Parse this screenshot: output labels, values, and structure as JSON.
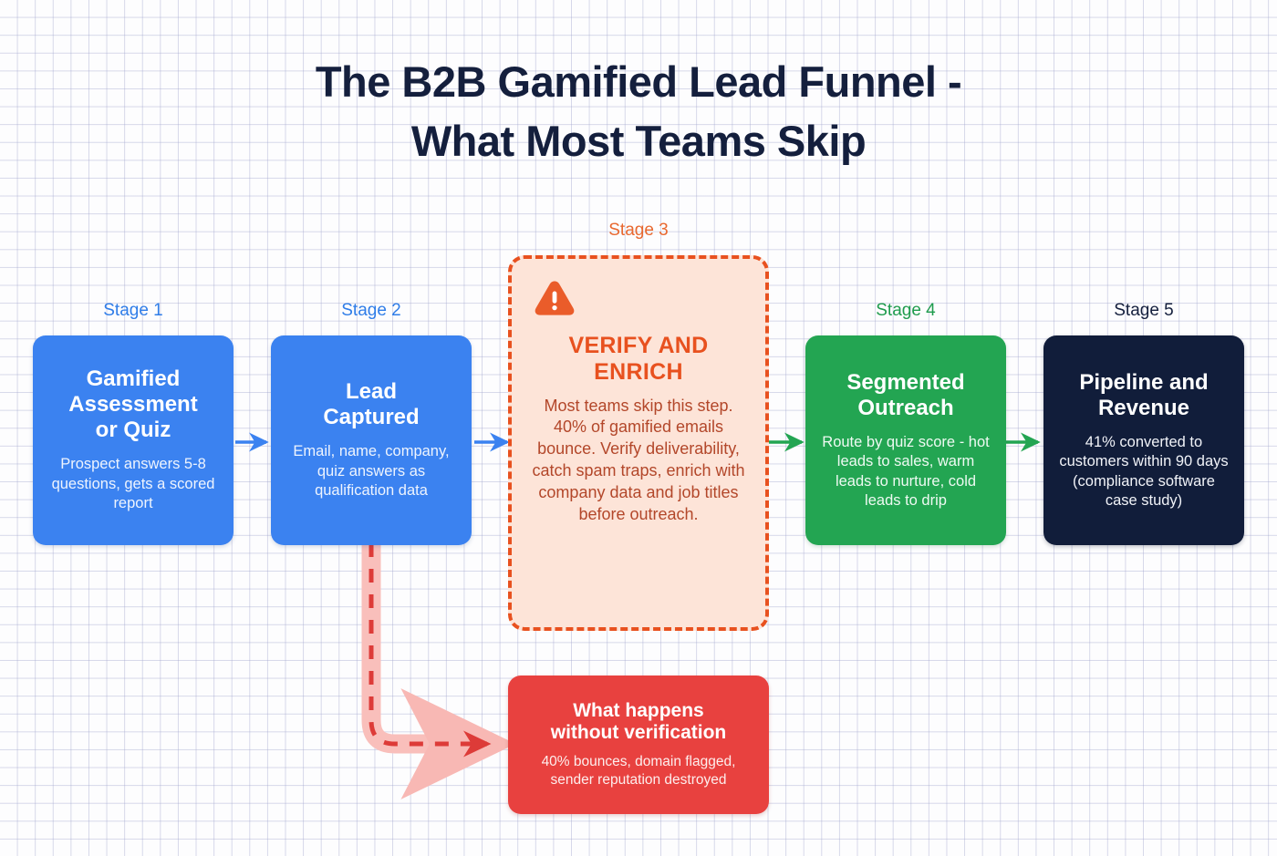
{
  "title": {
    "line1": "The B2B Gamified Lead Funnel -",
    "line2": "What Most Teams Skip"
  },
  "colors": {
    "blue": "#3b82f0",
    "green": "#23a552",
    "navy": "#111d3a",
    "red": "#e8413f",
    "alert_border": "#e8511f",
    "alert_fill": "#fde4d8",
    "alert_text": "#b3472a",
    "grid": "#a0a4cd",
    "title_text": "#141f3d"
  },
  "stages": [
    {
      "label": "Stage 1",
      "title": "Gamified Assessment or Quiz",
      "title_lines": [
        "Gamified",
        "Assessment",
        "or Quiz"
      ],
      "description": "Prospect answers 5-8 questions, gets a scored report",
      "style": "blue"
    },
    {
      "label": "Stage 2",
      "title": "Lead Captured",
      "title_lines": [
        "Lead",
        "Captured"
      ],
      "description": "Email, name, company, quiz answers as qualification data",
      "style": "blue"
    },
    {
      "label": "Stage 3",
      "title": "VERIFY AND ENRICH",
      "title_lines": [
        "VERIFY AND",
        "ENRICH"
      ],
      "description": "Most teams skip this step. 40% of gamified emails bounce. Verify deliverability, catch spam traps, enrich with company data and job titles before outreach.",
      "style": "alert",
      "icon": "warning-triangle-icon"
    },
    {
      "label": "Stage 4",
      "title": "Segmented Outreach",
      "title_lines": [
        "Segmented",
        "Outreach"
      ],
      "description": "Route by quiz score - hot leads to sales, warm leads to nurture, cold leads to drip",
      "style": "green"
    },
    {
      "label": "Stage 5",
      "title": "Pipeline and Revenue",
      "title_lines": [
        "Pipeline and",
        "Revenue"
      ],
      "description": "41% converted to customers within 90 days (compliance software case study)",
      "style": "navy"
    }
  ],
  "consequence": {
    "title": "What happens without verification",
    "title_lines": [
      "What happens",
      "without verification"
    ],
    "description": "40% bounces, domain flagged, sender reputation destroyed",
    "style": "red"
  },
  "connectors": [
    {
      "from": "Stage 1",
      "to": "Stage 2",
      "color": "#3b82f0",
      "style": "solid"
    },
    {
      "from": "Stage 2",
      "to": "Stage 3",
      "color": "#3b82f0",
      "style": "solid"
    },
    {
      "from": "Stage 3",
      "to": "Stage 4",
      "color": "#23a552",
      "style": "solid"
    },
    {
      "from": "Stage 4",
      "to": "Stage 5",
      "color": "#23a552",
      "style": "solid"
    },
    {
      "from": "Stage 2",
      "to": "What happens without verification",
      "color": "#e8413f",
      "style": "dashed"
    }
  ]
}
